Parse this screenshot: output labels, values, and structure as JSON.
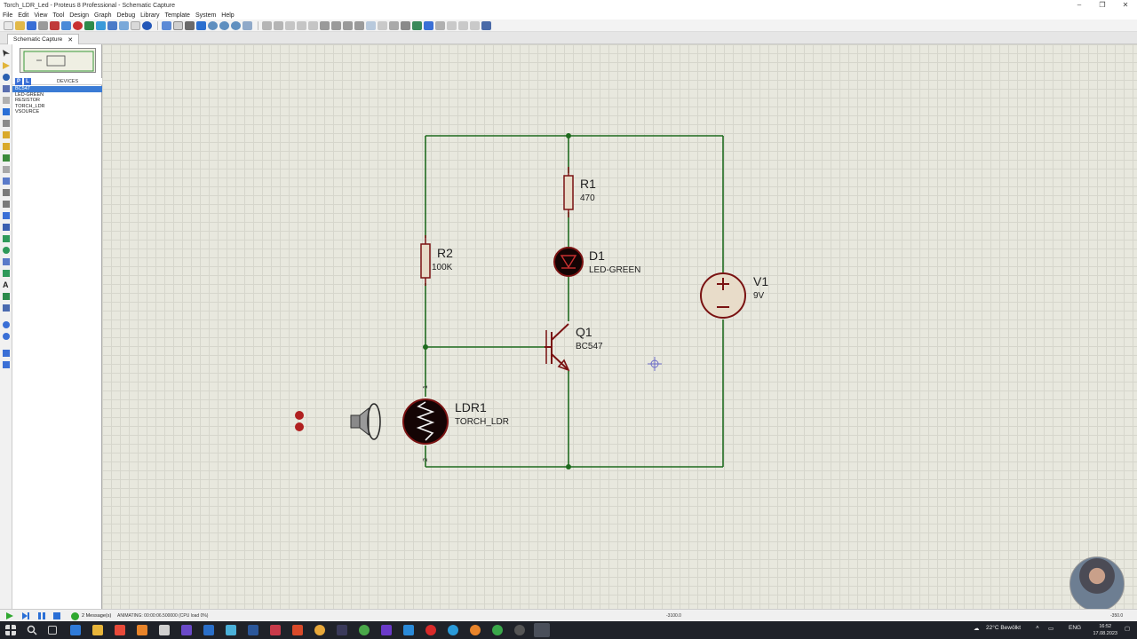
{
  "window": {
    "title": "Torch_LDR_Led - Proteus 8 Professional - Schematic Capture"
  },
  "menu": [
    "File",
    "Edit",
    "View",
    "Tool",
    "Design",
    "Graph",
    "Debug",
    "Library",
    "Template",
    "System",
    "Help"
  ],
  "tab": {
    "label": "Schematic Capture"
  },
  "devices": {
    "title": "DEVICES",
    "p_label": "P",
    "l_label": "L",
    "items": [
      "BC547",
      "LED-GREEN",
      "RESISTOR",
      "TORCH_LDR",
      "VSOURCE"
    ],
    "selected": "BC547"
  },
  "schematic": {
    "r1": {
      "ref": "R1",
      "value": "470"
    },
    "r2": {
      "ref": "R2",
      "value": "100K"
    },
    "d1": {
      "ref": "D1",
      "value": "LED-GREEN"
    },
    "q1": {
      "ref": "Q1",
      "value": "BC547"
    },
    "v1": {
      "ref": "V1",
      "value": "9V"
    },
    "ldr1": {
      "ref": "LDR1",
      "value": "TORCH_LDR",
      "pin1": "1",
      "pin2": "2"
    },
    "colors": {
      "wire": "#1f6b1f",
      "component": "#7a1212"
    }
  },
  "status": {
    "messages": "2 Message(s)",
    "animating": "ANIMATING: 00:00:06.500000 (CPU load 0%)",
    "coord_x": "-3100.0",
    "coord_y": "-350.0"
  },
  "taskbar": {
    "weather": "22°C  Bewölkt",
    "lang": "ENG",
    "time": "16:52",
    "date": "17.08.2023"
  }
}
